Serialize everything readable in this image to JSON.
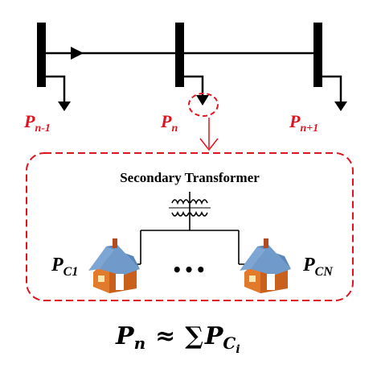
{
  "buses": {
    "left_label": {
      "main": "P",
      "sub": "n-1"
    },
    "mid_label": {
      "main": "P",
      "sub": "n"
    },
    "right_label": {
      "main": "P",
      "sub": "n+1"
    }
  },
  "box": {
    "title": "Secondary Transformer",
    "ellipsis": "•••",
    "left_house_label": {
      "main": "P",
      "sub": "C1"
    },
    "right_house_label": {
      "main": "P",
      "sub": "CN"
    }
  },
  "equation": {
    "lhs_main": "P",
    "lhs_sub": "n",
    "approx": "≈",
    "sum": "∑",
    "rhs_main": "P",
    "rhs_sub": "C",
    "rhs_subsub": "i"
  },
  "colors": {
    "accent_red": "#e0141e",
    "line_black": "#000000",
    "house_wall": "#e27a2c",
    "house_roof": "#6f9ac9"
  }
}
